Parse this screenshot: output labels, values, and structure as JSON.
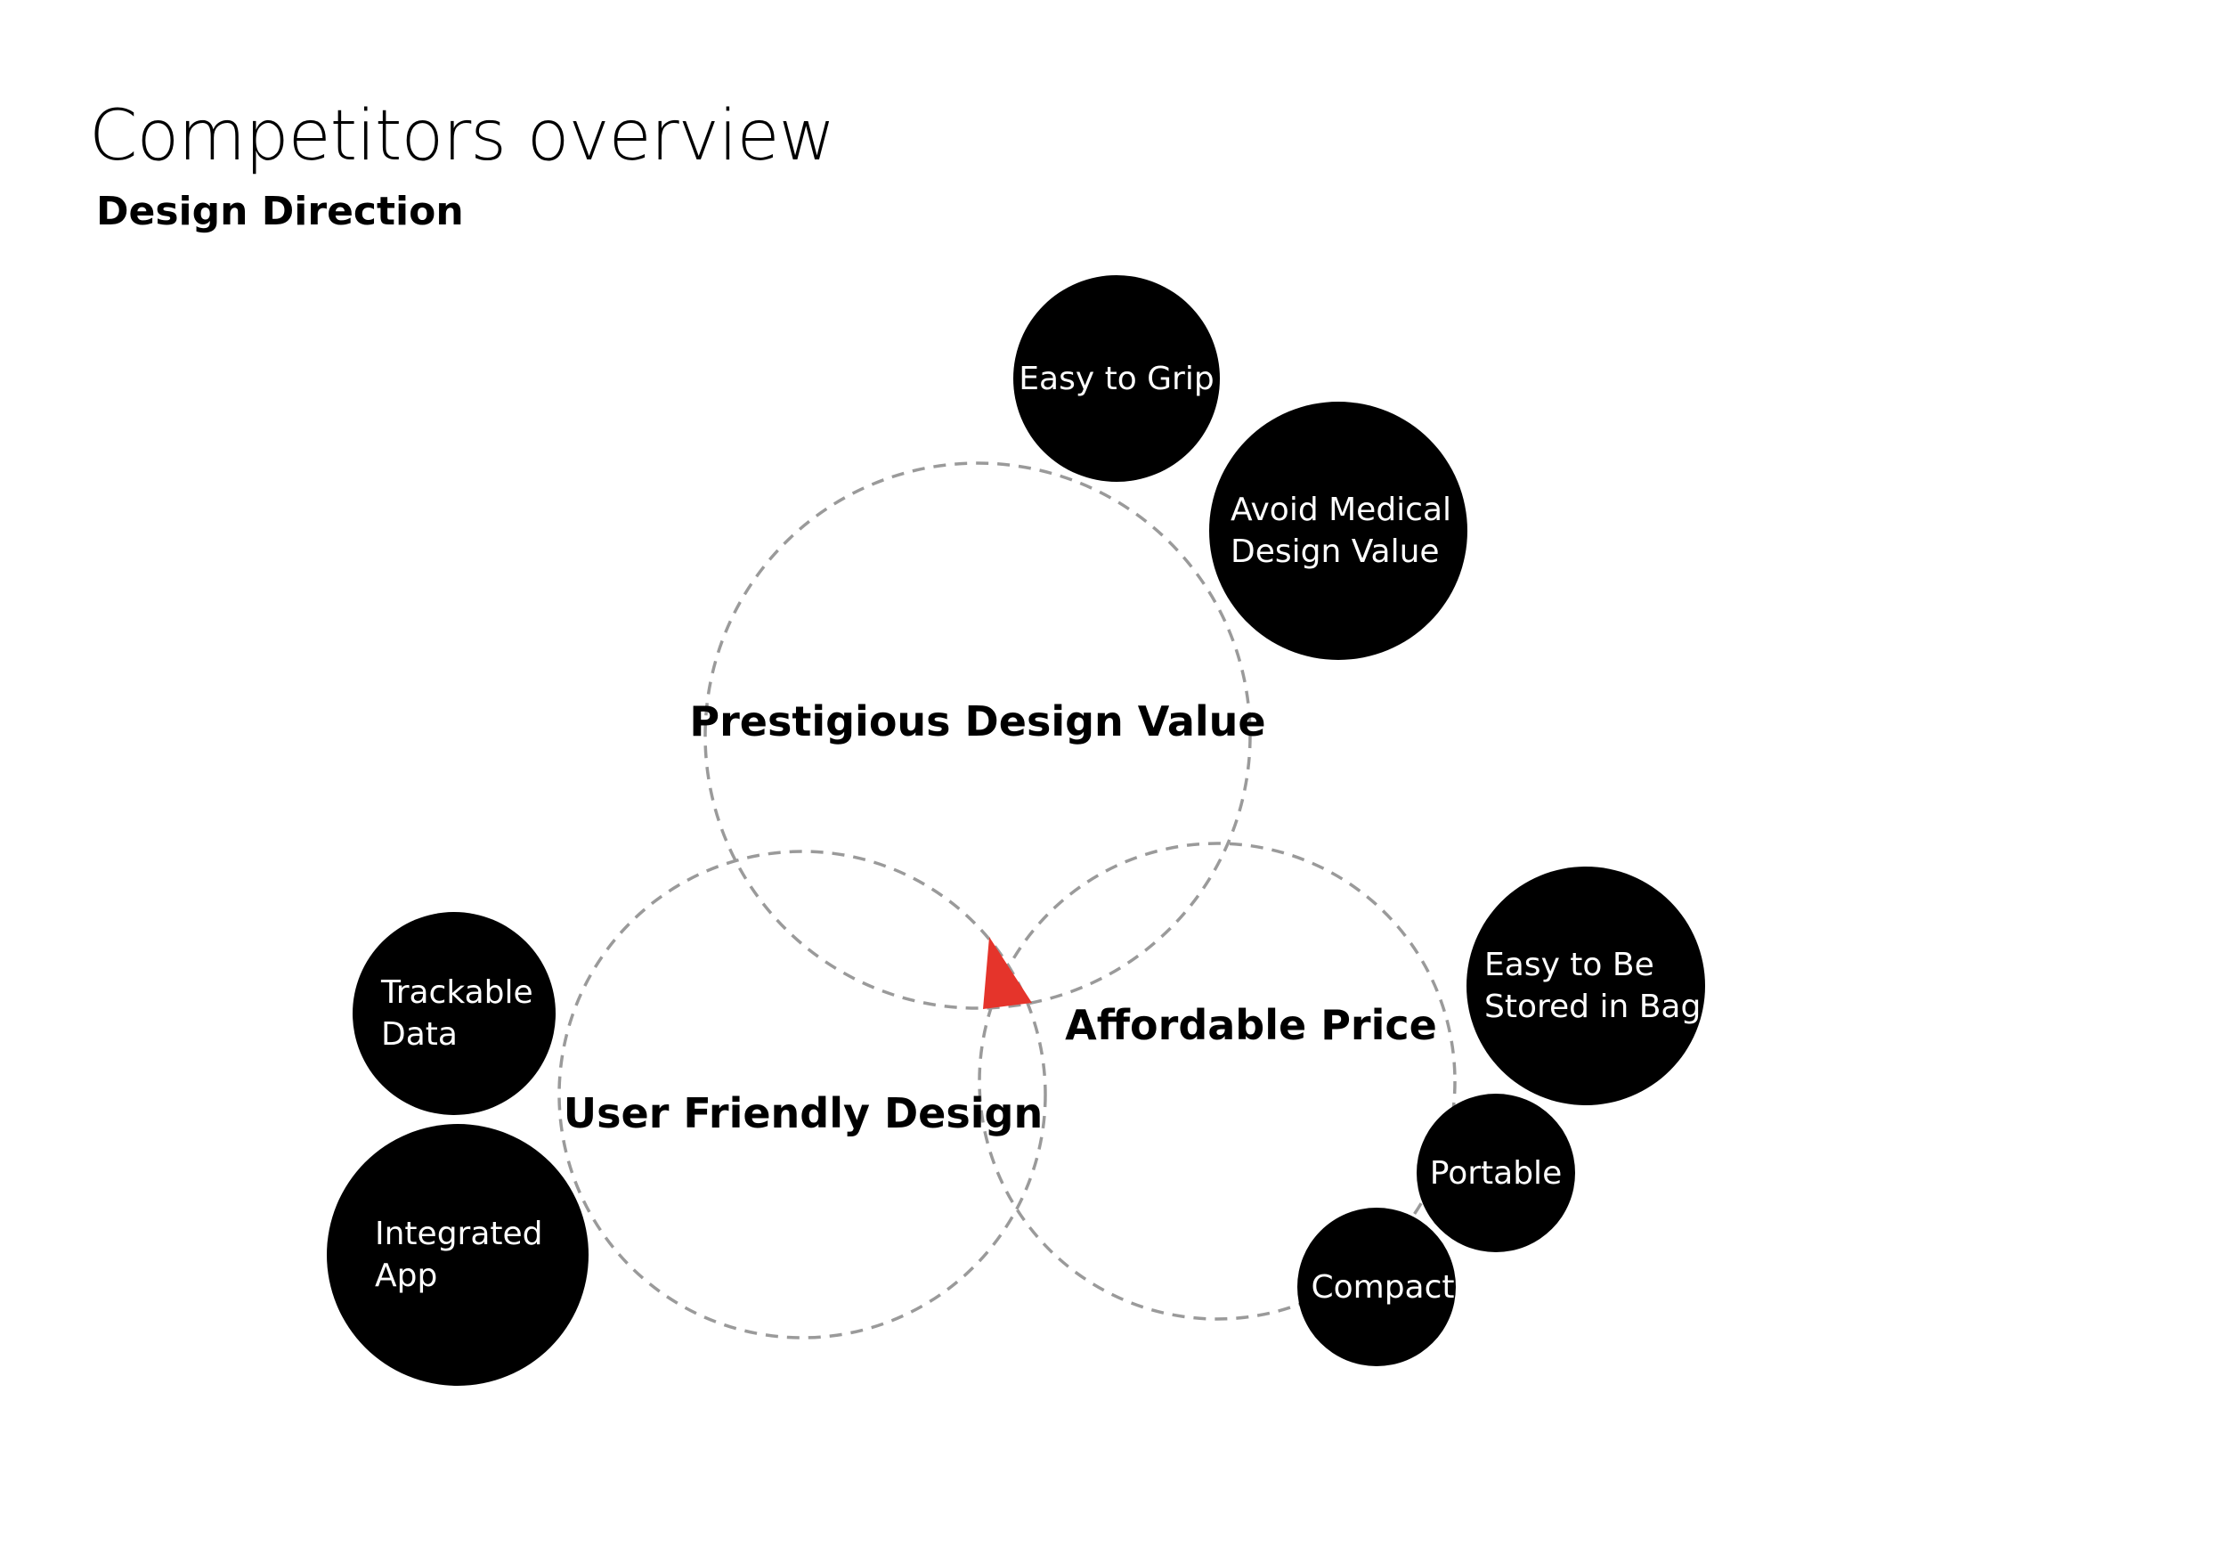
{
  "page": {
    "title": "Competitors overview",
    "subtitle": "Design Direction"
  },
  "venn": {
    "circles": [
      {
        "label": "Prestigious Design Value"
      },
      {
        "label": "User Friendly Design"
      },
      {
        "label": "Affordable Price"
      }
    ],
    "intersection_color": "#e5342b",
    "circle_stroke_color": "#9a9a9a"
  },
  "bubbles": [
    {
      "label": "Easy to Grip"
    },
    {
      "label": "Avoid Medical\nDesign Value"
    },
    {
      "label": "Trackable\nData"
    },
    {
      "label": "Integrated\nApp"
    },
    {
      "label": "Easy to Be\nStored in Bag"
    },
    {
      "label": "Portable"
    },
    {
      "label": "Compact"
    }
  ]
}
